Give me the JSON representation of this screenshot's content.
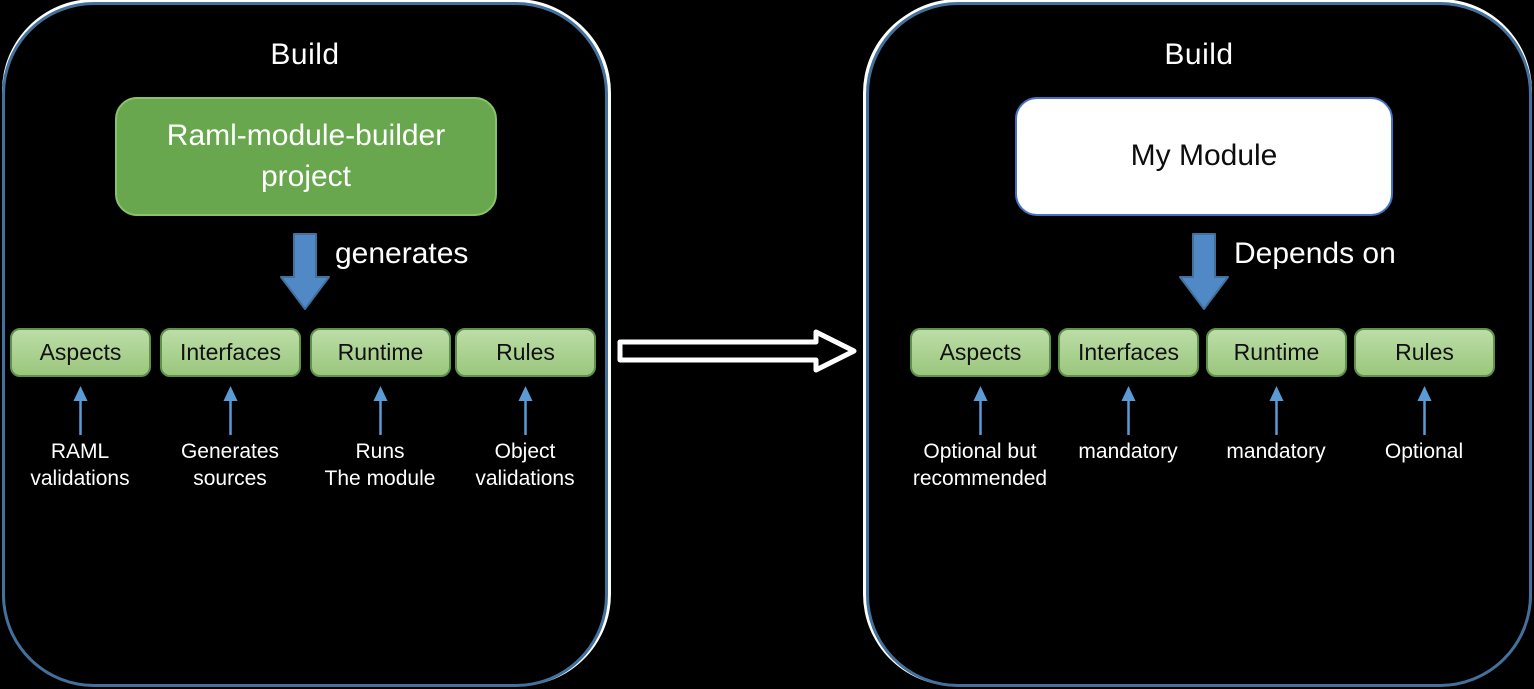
{
  "diagram": {
    "transition_icon": "right-arrow",
    "colors": {
      "background": "#000000",
      "panel_border": "#41719c",
      "panel_highlight": "#ffffff",
      "main_box_green_fill": "#68a74d",
      "main_box_green_border": "#8ac26c",
      "main_box_white_fill": "#ffffff",
      "main_box_white_border": "#4472c4",
      "component_fill": "#a8d08d",
      "component_border": "#5e9149",
      "big_arrow_blue": "#5089c5",
      "big_arrow_border": "#41719c",
      "small_arrow_blue": "#5b9bd5",
      "text_light": "#ffffff",
      "text_dark": "#111111"
    },
    "panels": [
      {
        "title": "Build",
        "main_box": {
          "label": "Raml-module-builder project"
        },
        "arrow_label": "generates",
        "components": [
          {
            "label": "Aspects",
            "note": "RAML\nvalidations"
          },
          {
            "label": "Interfaces",
            "note": "Generates\nsources"
          },
          {
            "label": "Runtime",
            "note": "Runs\nThe module"
          },
          {
            "label": "Rules",
            "note": "Object\nvalidations"
          }
        ]
      },
      {
        "title": "Build",
        "main_box": {
          "label": "My Module"
        },
        "arrow_label": "Depends on",
        "components": [
          {
            "label": "Aspects",
            "note": "Optional but\nrecommended"
          },
          {
            "label": "Interfaces",
            "note": "mandatory"
          },
          {
            "label": "Runtime",
            "note": "mandatory"
          },
          {
            "label": "Rules",
            "note": "Optional"
          }
        ]
      }
    ]
  }
}
